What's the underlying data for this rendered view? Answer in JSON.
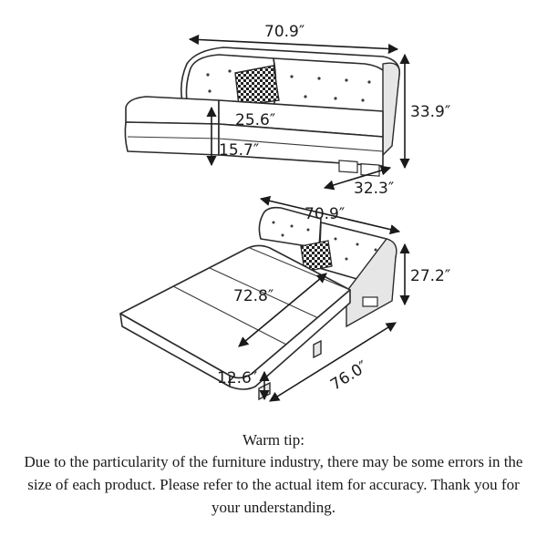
{
  "dimensions": {
    "sofa": {
      "width": "70.9″",
      "height": "33.9″",
      "depth": "32.3″",
      "seat_depth": "25.6″",
      "seat_height": "15.7″"
    },
    "bed": {
      "width": "70.9″",
      "height": "27.2″",
      "length": "76.0″",
      "mattress_length": "72.8″",
      "side_height": "12.6″"
    }
  },
  "note": {
    "title": "Warm tip:",
    "body": "Due to the particularity of the furniture industry, there may be some errors in the size of each product. Please refer to the actual item for accuracy. Thank you for your understanding."
  },
  "icons": [
    "sofa-illustration",
    "sofa-bed-illustration",
    "pillow-icon",
    "storage-pocket-icon"
  ]
}
